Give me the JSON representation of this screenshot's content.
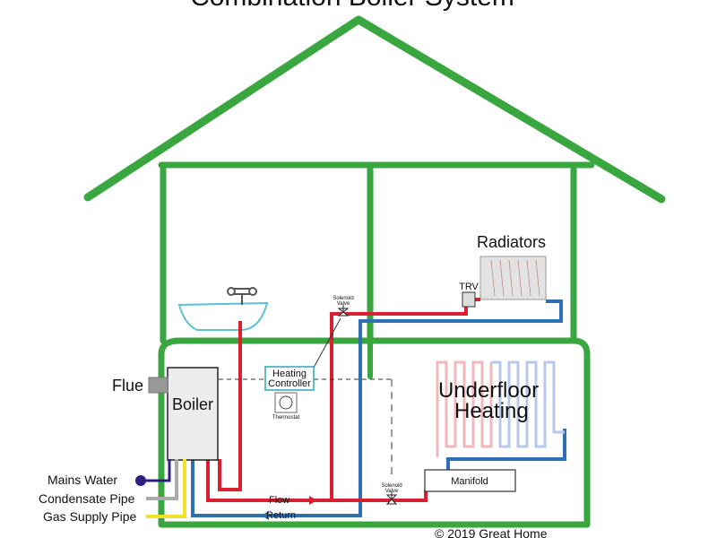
{
  "title": "Combination Boiler System",
  "labels": {
    "radiators": "Radiators",
    "trv": "TRV",
    "solenoid_valve_top_1": "Solenoid",
    "solenoid_valve_top_2": "Valve",
    "solenoid_valve_bottom_1": "Solenoid",
    "solenoid_valve_bottom_2": "Valve",
    "flue": "Flue",
    "boiler": "Boiler",
    "heating_controller_1": "Heating",
    "heating_controller_2": "Controller",
    "thermostat": "Thermostat",
    "underfloor_heating_1": "Underfloor",
    "underfloor_heating_2": "Heating",
    "manifold": "Manifold",
    "flow": "Flow",
    "return": "Return",
    "mains_water": "Mains Water",
    "condensate_pipe": "Condensate Pipe",
    "gas_supply_pipe": "Gas Supply Pipe",
    "copyright": "© 2019 Great Home"
  },
  "colors": {
    "house_outline": "#3aa640",
    "flow_pipe": "#d8202e",
    "return_pipe": "#2f6fb3",
    "mains_water": "#2b2080",
    "condensate": "#aaaaaa",
    "gas": "#f2e02a",
    "controller_border": "#2aa8b8",
    "bath": "#5bc0d8"
  }
}
